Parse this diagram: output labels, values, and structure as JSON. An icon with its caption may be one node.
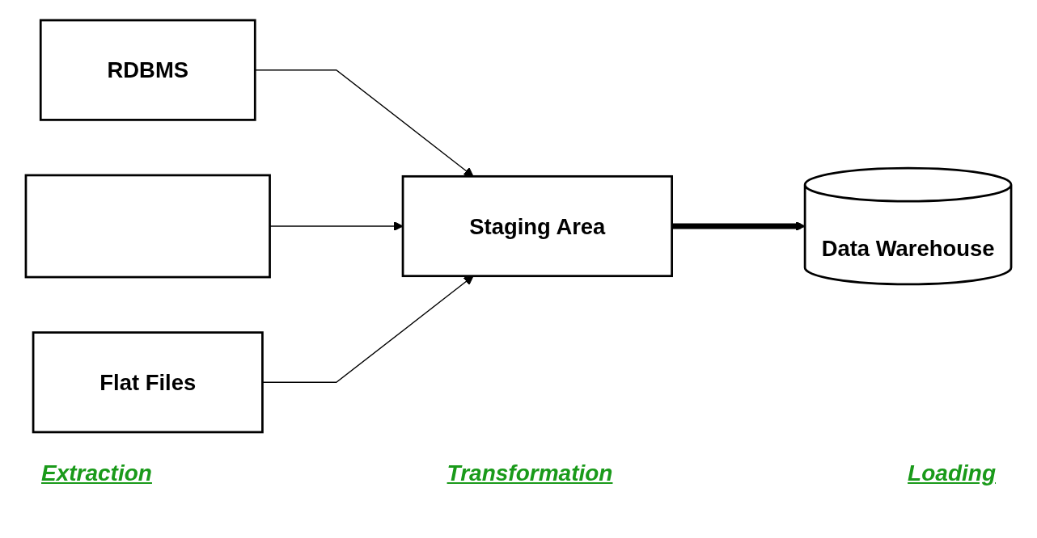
{
  "diagram": {
    "nodes": [
      {
        "text": [
          "RDBMS"
        ]
      },
      {
        "text": [],
        "shape": "box"
      },
      {
        "text": [
          "Flat Files"
        ]
      },
      {
        "text": [
          "Staging Area"
        ]
      },
      {
        "text": [
          "Data Warehouse"
        ]
      }
    ],
    "edges": [
      {
        "from": 0,
        "to": 3,
        "arrow": "to"
      },
      {
        "from": 1,
        "to": 3,
        "arrow": "to"
      },
      {
        "from": 2,
        "to": 3,
        "arrow": "to"
      },
      {
        "from": 3,
        "to": 4,
        "arrow": "to",
        "style": "thick"
      }
    ],
    "labels": [
      "Extraction",
      "Transformation",
      "Loading"
    ]
  }
}
